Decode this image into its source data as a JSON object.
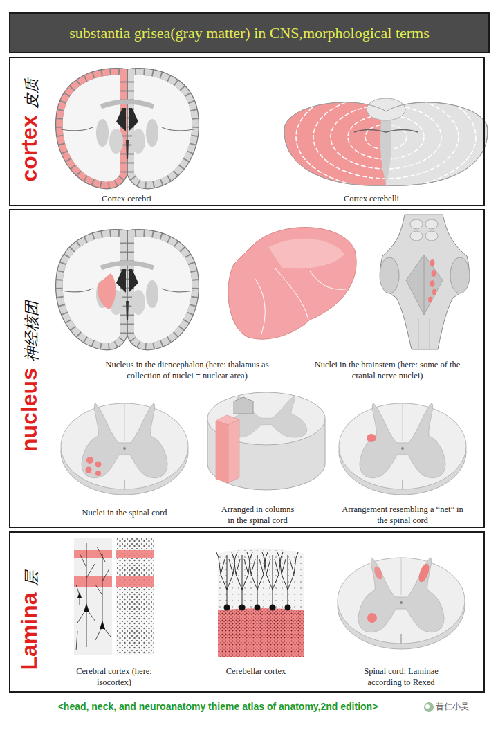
{
  "diagram": {
    "title": "substantia grisea(gray matter) in CNS,morphological terms",
    "caption": "<head, neck, and neuroanatomy thieme atlas of anatomy,2nd edition>",
    "nodes": [
      {
        "text": [
          "cortex",
          "皮质"
        ]
      },
      {
        "text": [
          "nucleus",
          "神经核团"
        ]
      },
      {
        "text": [
          "Lamina",
          "层"
        ]
      }
    ],
    "labels": [
      "Cortex cerebri",
      "Cortex cerebelli",
      "Nucleus in the diencephalon (here: thalamus as collection of nuclei = nuclear area)",
      "Nuclei in the brainstem (here: some of the cranial nerve nuclei)",
      "Nuclei in the spinal cord",
      "Arranged in columns in the spinal cord",
      "Arrangement resembling a “net” in the spinal cord",
      "Cerebral cortex (here: isocortex)",
      "Cerebellar cortex",
      "Spinal cord: Laminae according to Rexed",
      "昔仁小吴"
    ]
  }
}
